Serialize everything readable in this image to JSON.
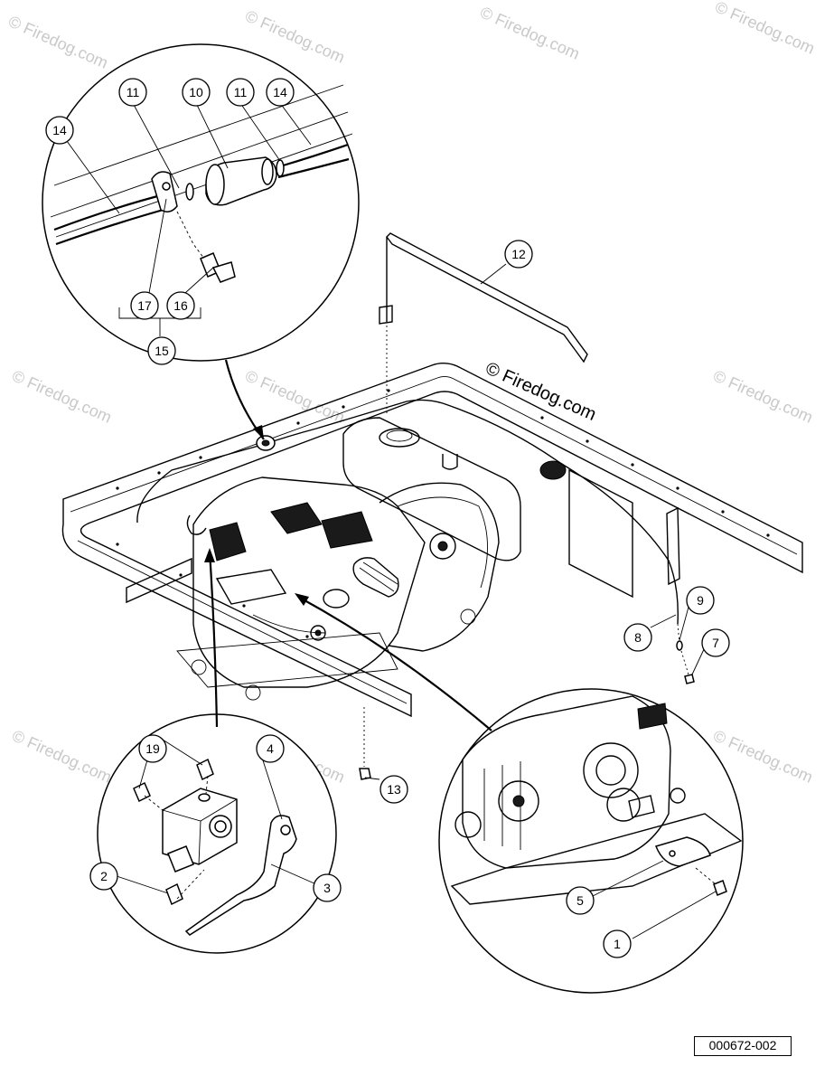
{
  "watermark": {
    "text": "© Firedog.com"
  },
  "main_watermark": "© Firedog.com",
  "drawing_id": "000672-002",
  "callouts": [
    {
      "label": "11"
    },
    {
      "label": "10"
    },
    {
      "label": "11"
    },
    {
      "label": "14"
    },
    {
      "label": "14"
    },
    {
      "label": "17"
    },
    {
      "label": "16"
    },
    {
      "label": "15"
    },
    {
      "label": "12"
    },
    {
      "label": "9"
    },
    {
      "label": "8"
    },
    {
      "label": "7"
    },
    {
      "label": "19"
    },
    {
      "label": "4"
    },
    {
      "label": "2"
    },
    {
      "label": "3"
    },
    {
      "label": "13"
    },
    {
      "label": "5"
    },
    {
      "label": "1"
    }
  ]
}
